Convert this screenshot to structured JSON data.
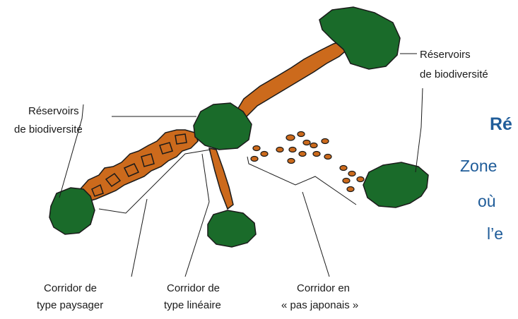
{
  "labels": {
    "reservoir_left_1": "Réservoirs",
    "reservoir_left_2": "de biodiversité",
    "reservoir_right_1": "Réservoirs",
    "reservoir_right_2": "de biodiversité",
    "corridor_paysager_1": "Corridor de",
    "corridor_paysager_2": "type paysager",
    "corridor_lineaire_1": "Corridor de",
    "corridor_lineaire_2": "type linéaire",
    "corridor_pas_1": "Corridor en",
    "corridor_pas_2": "« pas japonais »"
  },
  "side_text": {
    "title": "Ré",
    "line1": "Zone",
    "line2": "où",
    "line3": "l’e"
  },
  "colors": {
    "reservoir": "#1a6b2a",
    "corridor": "#cc6a1c",
    "outline": "#1a1a1a",
    "side_text": "#1f5c99"
  }
}
